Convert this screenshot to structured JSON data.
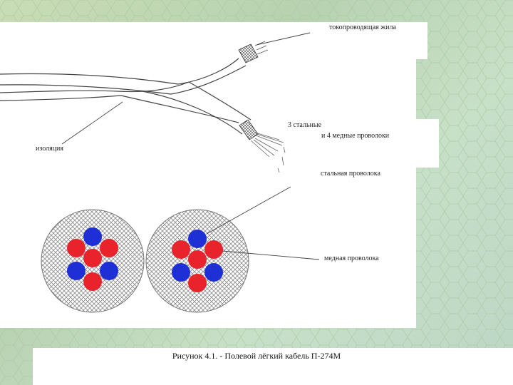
{
  "labels": {
    "conductor_core": "токопроводящая жила",
    "wires_line1": "3 стальные",
    "wires_line2": "и 4 медные проволоки",
    "insulation": "изоляция",
    "steel_wire": "стальная проволока",
    "copper_wire": "медная проволока"
  },
  "caption": "Рисунок 4.1. - Полевой лёгкий кабель П-274М",
  "colors": {
    "copper_wire": "#e8232b",
    "steel_wire": "#1f2fd6",
    "insulation_mesh": "#9a9a9a",
    "background": "#c3d9bd"
  }
}
